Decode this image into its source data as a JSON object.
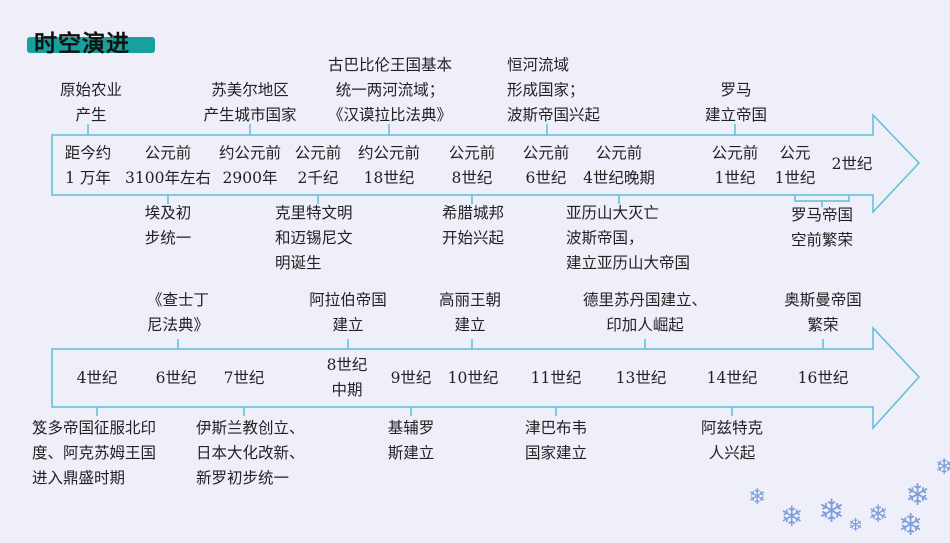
{
  "title": "时空演进",
  "row1": {
    "above": [
      [
        "原始农业",
        "产生"
      ],
      [
        "苏美尔地区",
        "产生城市国家"
      ],
      [
        "古巴比伦王国基本",
        "统一两河流域；",
        "《汉谟拉比法典》"
      ],
      [
        "恒河流域",
        "形成国家；",
        "波斯帝国兴起"
      ],
      [
        "罗马",
        "建立帝国"
      ]
    ],
    "dates": [
      [
        "距今约",
        "1 万年"
      ],
      [
        "公元前",
        "3100年左右"
      ],
      [
        "约公元前",
        "2900年"
      ],
      [
        "公元前",
        "2千纪"
      ],
      [
        "约公元前",
        "18世纪"
      ],
      [
        "公元前",
        "8世纪"
      ],
      [
        "公元前",
        "6世纪"
      ],
      [
        "公元前",
        "4世纪晚期"
      ],
      [
        "公元前",
        "1世纪"
      ],
      [
        "公元",
        "1世纪"
      ],
      [
        "2世纪"
      ]
    ],
    "below": [
      [
        "埃及初",
        "步统一"
      ],
      [
        "克里特文明",
        "和迈锡尼文",
        "明诞生"
      ],
      [
        "希腊城邦",
        "开始兴起"
      ],
      [
        "亚历山大灭亡",
        "波斯帝国，",
        "建立亚历山大帝国"
      ],
      [
        "罗马帝国",
        "空前繁荣"
      ]
    ]
  },
  "row2": {
    "above": [
      [
        "《查士丁",
        "尼法典》"
      ],
      [
        "阿拉伯帝国",
        "建立"
      ],
      [
        "高丽王朝",
        "建立"
      ],
      [
        "德里苏丹国建立、",
        "印加人崛起"
      ],
      [
        "奥斯曼帝国",
        "繁荣"
      ]
    ],
    "dates": [
      [
        "4世纪"
      ],
      [
        "6世纪"
      ],
      [
        "7世纪"
      ],
      [
        "8世纪",
        "中期"
      ],
      [
        "9世纪"
      ],
      [
        "10世纪"
      ],
      [
        "11世纪"
      ],
      [
        "13世纪"
      ],
      [
        "14世纪"
      ],
      [
        "16世纪"
      ]
    ],
    "below": [
      [
        "笈多帝国征服北印",
        "度、阿克苏姆王国",
        "进入鼎盛时期"
      ],
      [
        "伊斯兰教创立、",
        "日本大化改新、",
        "新罗初步统一"
      ],
      [
        "基辅罗",
        "斯建立"
      ],
      [
        "津巴布韦",
        "国家建立"
      ],
      [
        "阿兹特克",
        "人兴起"
      ]
    ]
  },
  "colors": {
    "accent": "#17a19c",
    "line": "#5bbfd8",
    "snow": "#7f9fd8"
  }
}
